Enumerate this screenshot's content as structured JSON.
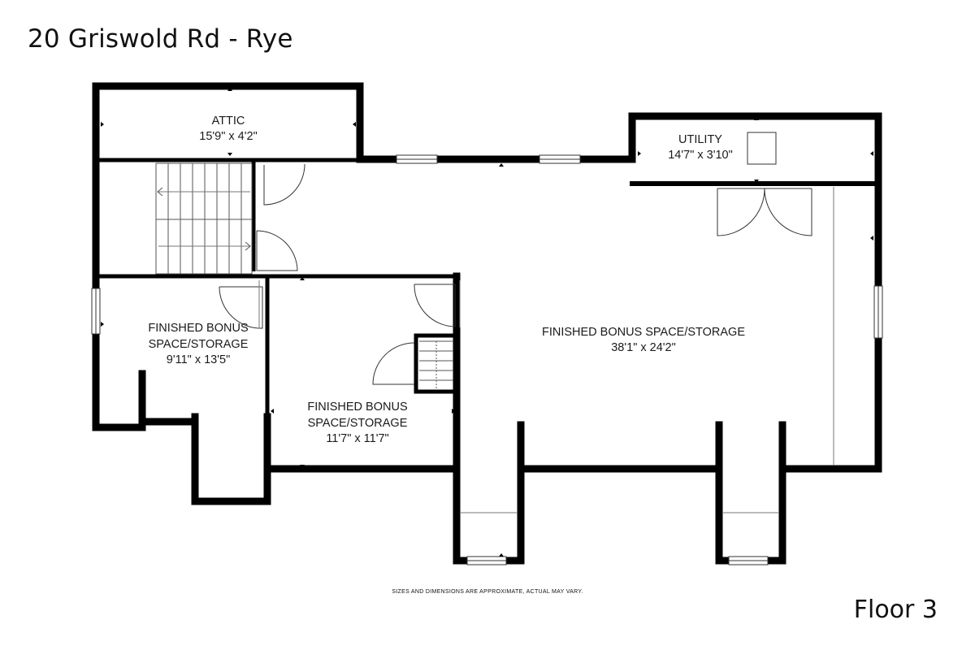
{
  "header": {
    "title": "20 Griswold Rd - Rye"
  },
  "footer": {
    "floor_label": "Floor 3",
    "disclaimer": "SIZES AND DIMENSIONS ARE APPROXIMATE, ACTUAL MAY VARY."
  },
  "rooms": {
    "attic": {
      "name": "ATTIC",
      "size": "15'9\" x 4'2\""
    },
    "utility": {
      "name": "UTILITY",
      "size": "14'7\" x 3'10\""
    },
    "bonus_main": {
      "name": "FINISHED BONUS SPACE/STORAGE",
      "size": "38'1\" x 24'2\""
    },
    "bonus_left": {
      "name_line1": "FINISHED BONUS",
      "name_line2": "SPACE/STORAGE",
      "size": "9'11\" x 13'5\""
    },
    "bonus_middle": {
      "name_line1": "FINISHED BONUS",
      "name_line2": "SPACE/STORAGE",
      "size": "11'7\" x 11'7\""
    }
  }
}
